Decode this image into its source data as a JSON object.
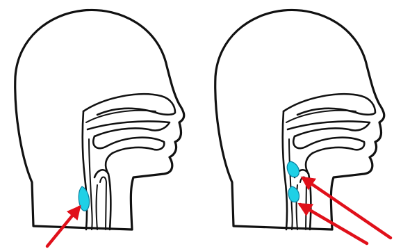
{
  "colors": {
    "outline": "#111111",
    "background": "#ffffff",
    "marker": "#1fd0e6",
    "arrow": "#e0101a"
  },
  "panels": [
    {
      "id": "left-head",
      "markers": 1,
      "arrows": 1
    },
    {
      "id": "right-head",
      "markers": 2,
      "arrows": 2
    }
  ]
}
